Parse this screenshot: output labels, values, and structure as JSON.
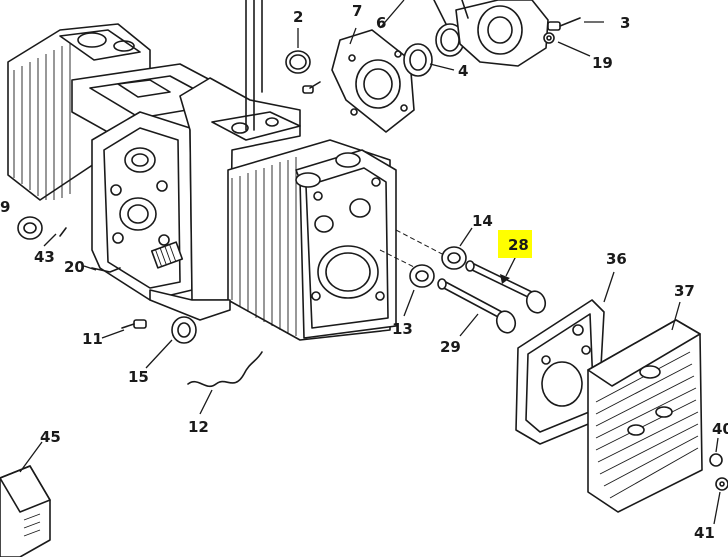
{
  "callouts": {
    "c2": "2",
    "c7": "7",
    "c6": "6",
    "c3": "3",
    "c19": "19",
    "c4": "4",
    "c9": "9",
    "c43": "43",
    "c20": "20",
    "c14": "14",
    "c28": "28",
    "c36": "36",
    "c37": "37",
    "c11": "11",
    "c13": "13",
    "c29": "29",
    "c15": "15",
    "c12": "12",
    "c45": "45",
    "c40": "40",
    "c41": "41"
  },
  "highlight": {
    "callout": "28",
    "color": "#ffff00"
  },
  "colors": {
    "ink": "#1a1a1a",
    "paper": "#ffffff"
  }
}
